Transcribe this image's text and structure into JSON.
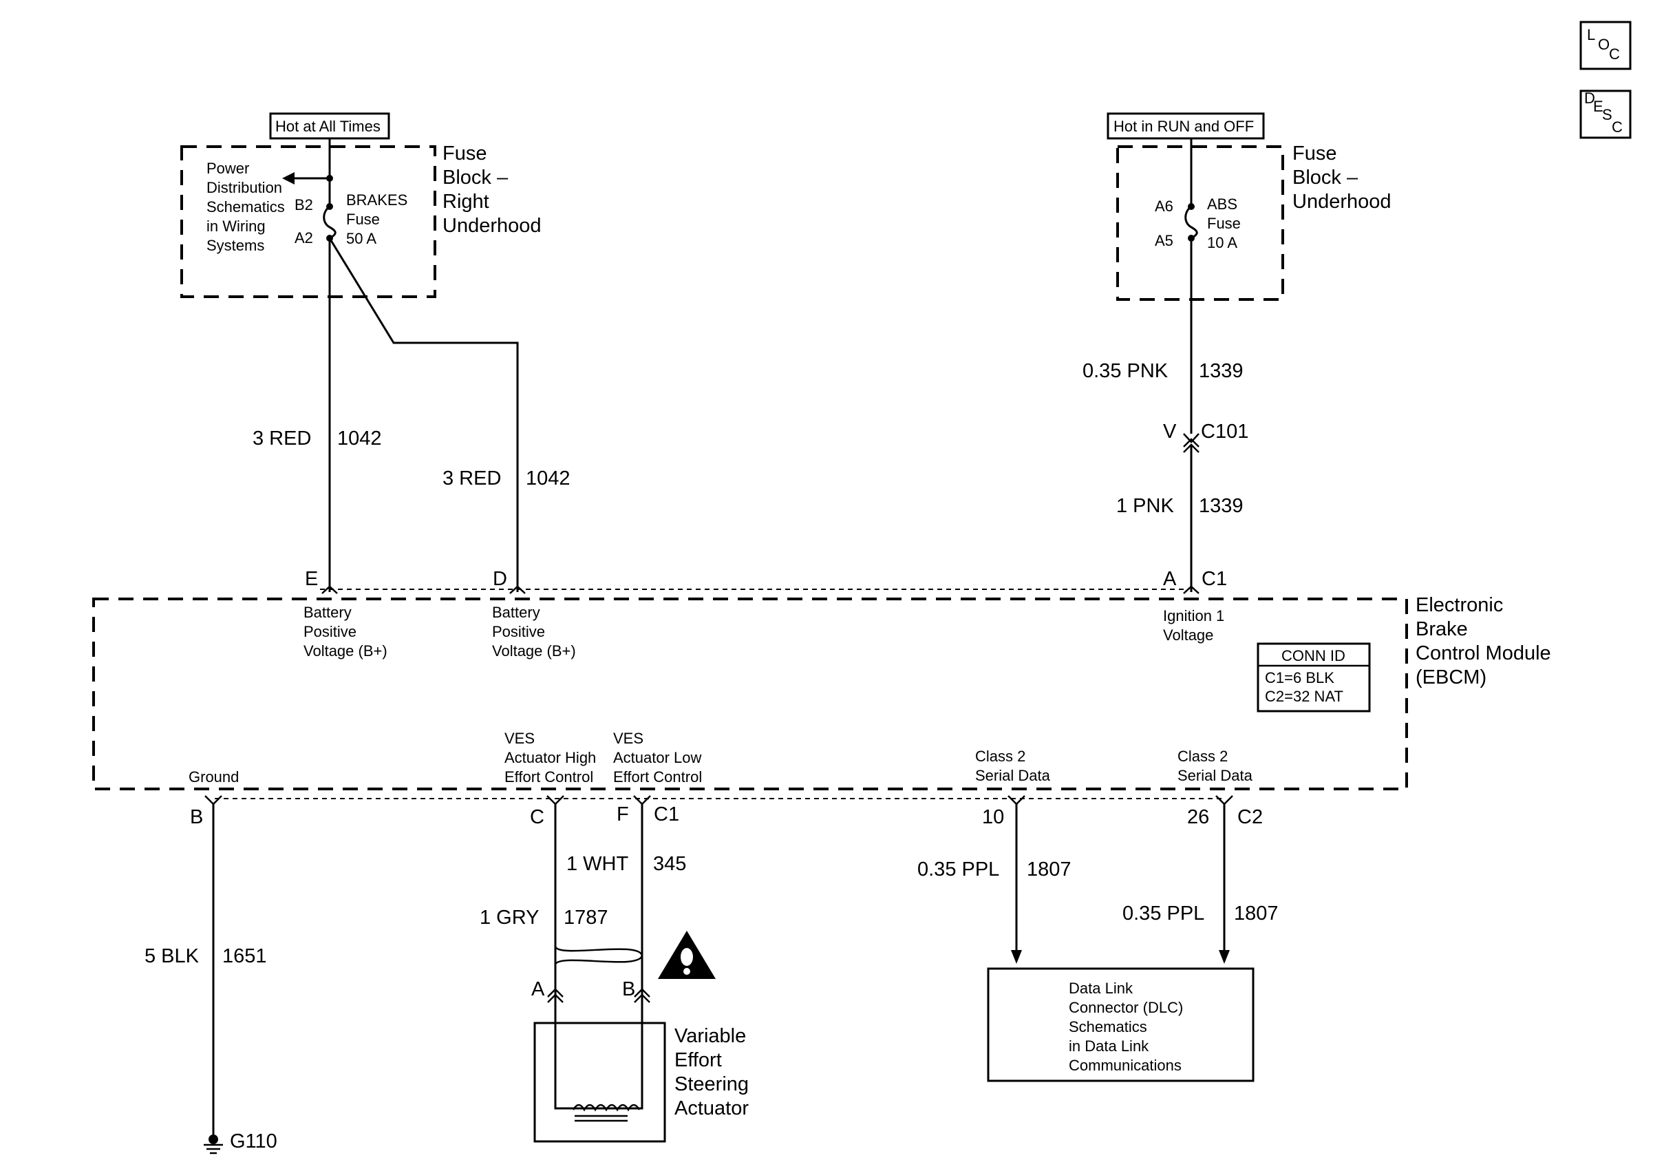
{
  "icons": {
    "loc": "loc-icon",
    "desc": "desc-icon",
    "caution": "caution-icon",
    "ground": "ground-symbol"
  },
  "corner": {
    "loc": [
      "L",
      "O",
      "C"
    ],
    "desc": [
      "D",
      "E",
      "S",
      "C"
    ]
  },
  "fuse_right": {
    "hot_label": "Hot at All Times",
    "title": [
      "Fuse",
      "Block –",
      "Right",
      "Underhood"
    ],
    "pd_note": [
      "Power",
      "Distribution",
      "Schematics",
      "in Wiring",
      "Systems"
    ],
    "fuse": {
      "top_pin": "B2",
      "bottom_pin": "A2",
      "name": "BRAKES",
      "word": "Fuse",
      "rating": "50 A"
    }
  },
  "fuse_underhood": {
    "hot_label": "Hot in RUN and OFF",
    "title": [
      "Fuse",
      "Block –",
      "Underhood"
    ],
    "fuse": {
      "top_pin": "A6",
      "bottom_pin": "A5",
      "name": "ABS",
      "word": "Fuse",
      "rating": "10 A"
    }
  },
  "wires_top": {
    "e": {
      "gauge": "3 RED",
      "circuit": "1042"
    },
    "d": {
      "gauge": "3 RED",
      "circuit": "1042"
    },
    "ign_upper": {
      "gauge": "0.35 PNK",
      "circuit": "1339"
    },
    "inline": {
      "pin": "V",
      "connector": "C101"
    },
    "ign_lower": {
      "gauge": "1 PNK",
      "circuit": "1339"
    }
  },
  "ebcm": {
    "title": [
      "Electronic",
      "Brake",
      "Control Module",
      "(EBCM)"
    ],
    "top_pins": {
      "e": "E",
      "d": "D",
      "a": "A",
      "connector": "C1"
    },
    "top_labels": {
      "e": [
        "Battery",
        "Positive",
        "Voltage (B+)"
      ],
      "d": [
        "Battery",
        "Positive",
        "Voltage (B+)"
      ],
      "a": [
        "Ignition 1",
        "Voltage"
      ]
    },
    "conn_id": {
      "title": "CONN ID",
      "lines": [
        "C1=6 BLK",
        "C2=32 NAT"
      ]
    },
    "bottom_labels": {
      "ground": "Ground",
      "ves_high": [
        "VES",
        "Actuator High",
        "Effort Control"
      ],
      "ves_low": [
        "VES",
        "Actuator Low",
        "Effort Control"
      ],
      "serial1": [
        "Class 2",
        "Serial Data"
      ],
      "serial2": [
        "Class 2",
        "Serial Data"
      ]
    },
    "bottom_pins": {
      "b": "B",
      "c": "C",
      "f": "F",
      "c1": "C1",
      "p10": "10",
      "p26": "26",
      "c2": "C2"
    }
  },
  "wires_bottom": {
    "ground": {
      "gauge": "5 BLK",
      "circuit": "1651"
    },
    "ves_f": {
      "gauge": "1 WHT",
      "circuit": "345"
    },
    "ves_c": {
      "gauge": "1 GRY",
      "circuit": "1787"
    },
    "serial1": {
      "gauge": "0.35 PPL",
      "circuit": "1807"
    },
    "serial2": {
      "gauge": "0.35 PPL",
      "circuit": "1807"
    }
  },
  "actuator": {
    "pin_a": "A",
    "pin_b": "B",
    "title": [
      "Variable",
      "Effort",
      "Steering",
      "Actuator"
    ]
  },
  "ground_point": "G110",
  "dlc": [
    "Data Link",
    "Connector (DLC)",
    "Schematics",
    "in Data Link",
    "Communications"
  ]
}
